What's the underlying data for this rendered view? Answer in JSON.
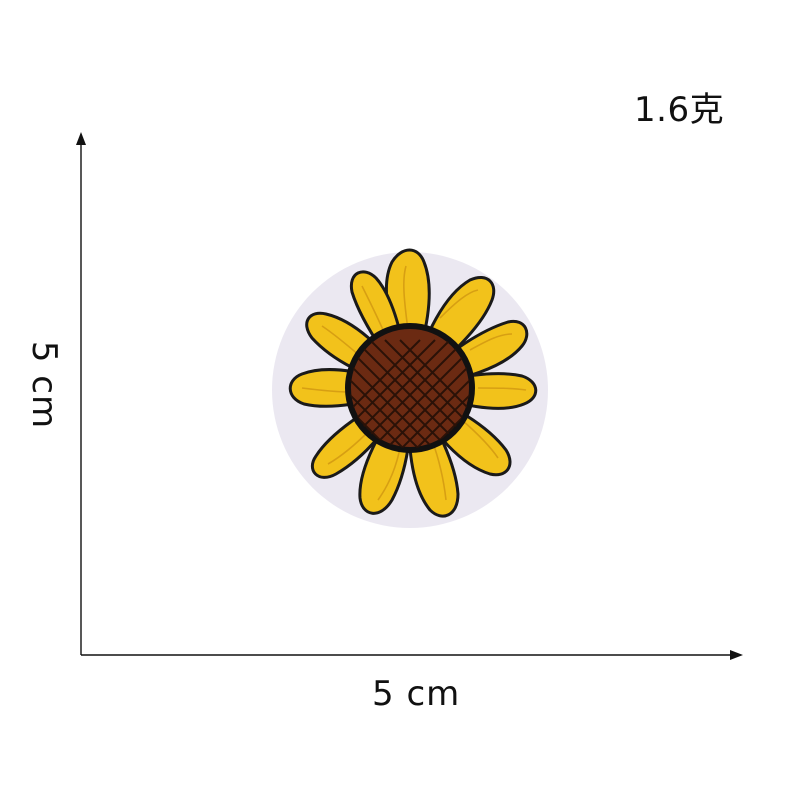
{
  "weight_label": "1.6克",
  "dimensions": {
    "width_label": "5 cm",
    "height_label": "5 cm"
  },
  "subject": {
    "icon": "sunflower-patch-icon",
    "colors": {
      "petal": "#f2c21b",
      "petal_vein": "#d79a10",
      "outline": "#1a1a1a",
      "center": "#6b2a12",
      "center_grid": "#2a1208",
      "shadow": "#e6e3ec"
    }
  }
}
